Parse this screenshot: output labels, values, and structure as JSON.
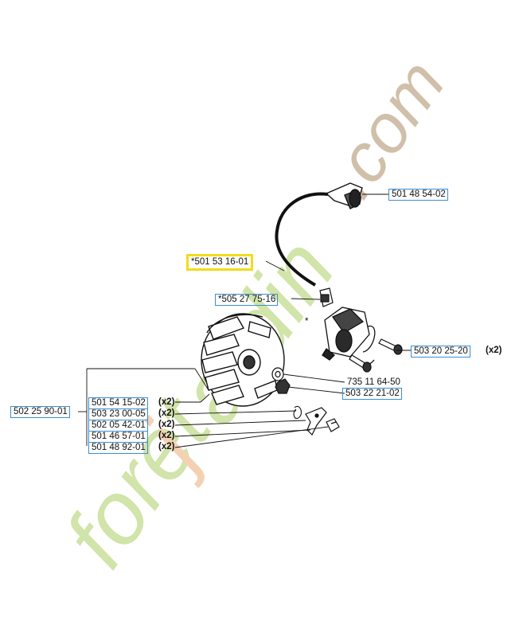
{
  "diagram": {
    "star_mark": "*",
    "watermark": {
      "text": "foretjardin.com",
      "colors": {
        "green": "#c9df9a",
        "orange": "#f3c9a6",
        "brown": "#c8b49a"
      }
    },
    "part_numbers": {
      "p_501485402": "501 48 54-02",
      "p_501531601": "*501 53 16-01",
      "p_505277516": "*505 27 75-16",
      "p_503202520": "503 20 25-20",
      "p_735116450": "735 11 64-50",
      "p_503222102": "503 22 21-02",
      "p_502259001": "502 25 90-01",
      "p_501541502": "501 54 15-02",
      "p_503230005": "503 23 00-05",
      "p_502054201": "502 05 42-01",
      "p_501465701": "501 46 57-01",
      "p_501489201": "501 48 92-01"
    },
    "quantity": "(x2)",
    "highlight_color": "#f2dc1a",
    "link_box_color": "#3a8fd4"
  }
}
